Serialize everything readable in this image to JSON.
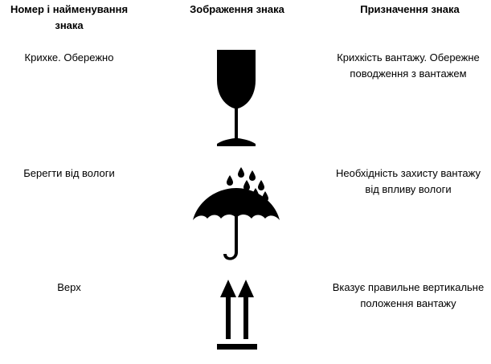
{
  "table": {
    "headers": {
      "name": "Номер і найменування знака",
      "image": "Зображення знака",
      "purpose": "Призначення знака"
    },
    "rows": [
      {
        "name": "Крихке. Обережно",
        "icon": "fragile-glass-icon",
        "purpose": "Крихкість вантажу. Обережне поводження з вантажем"
      },
      {
        "name": "Берегти від вологи",
        "icon": "umbrella-rain-icon",
        "purpose": "Необхідність захисту вантажу від впливу вологи"
      },
      {
        "name": "Верх",
        "icon": "this-way-up-arrows-icon",
        "purpose": "Вказує правильне вертикальне положення вантажу"
      }
    ]
  }
}
